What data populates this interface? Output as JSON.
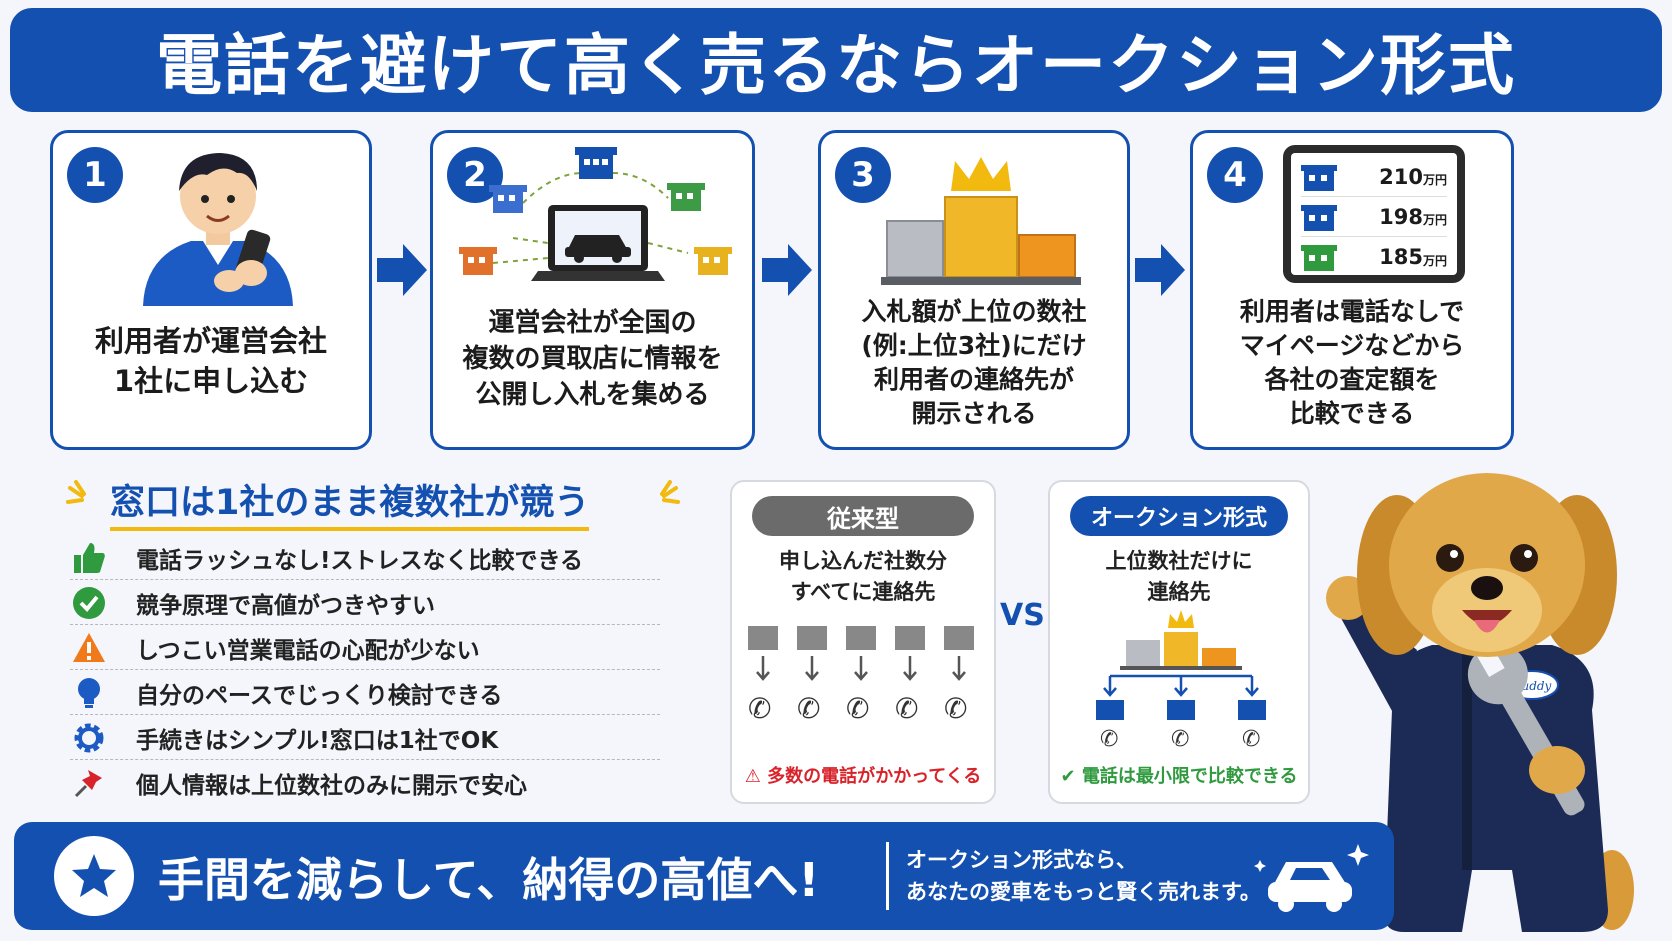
{
  "title": "電話を避けて高く売るならオークション形式",
  "steps": [
    {
      "num": "1",
      "lines": [
        "利用者が運営会社",
        "1社に申し込む"
      ]
    },
    {
      "num": "2",
      "lines": [
        "運営会社が全国の",
        "複数の買取店に情報を",
        "公開し入札を集める"
      ]
    },
    {
      "num": "3",
      "lines": [
        "入札額が上位の数社",
        "(例:上位3社)にだけ",
        "利用者の連絡先が",
        "開示される"
      ]
    },
    {
      "num": "4",
      "lines": [
        "利用者は電話なしで",
        "マイページなどから",
        "各社の査定額を",
        "比較できる"
      ]
    }
  ],
  "bids": [
    {
      "amount": "210",
      "unit": "万円"
    },
    {
      "amount": "198",
      "unit": "万円"
    },
    {
      "amount": "185",
      "unit": "万円"
    }
  ],
  "benefits": {
    "heading": "窓口は1社のまま複数社が競う",
    "items": [
      {
        "icon": "thumbs-up-icon",
        "text": "電話ラッシュなし!ストレスなく比較できる"
      },
      {
        "icon": "check-circle-icon",
        "text": "競争原理で高値がつきやすい"
      },
      {
        "icon": "warning-icon",
        "text": "しつこい営業電話の心配が少ない"
      },
      {
        "icon": "lightbulb-icon",
        "text": "自分のペースでじっくり検討できる"
      },
      {
        "icon": "gear-icon",
        "text": "手続きはシンプル!窓口は1社でOK"
      },
      {
        "icon": "pin-icon",
        "text": "個人情報は上位数社のみに開示で安心"
      }
    ]
  },
  "compare": {
    "traditional": {
      "label": "従来型",
      "lines": [
        "申し込んだ社数分",
        "すべてに連絡先"
      ],
      "note": "多数の電話がかかってくる"
    },
    "vs": "VS",
    "auction": {
      "label": "オークション形式",
      "lines": [
        "上位数社だけに",
        "連絡先"
      ],
      "note": "電話は最小限で比較できる"
    }
  },
  "footer": {
    "main": "手間を減らして、納得の高値へ!",
    "sub": [
      "オークション形式なら、",
      "あなたの愛車をもっと賢く売れます。"
    ]
  },
  "mascot": {
    "badge": "Buddy"
  },
  "colors": {
    "primary": "#1450b0",
    "gold": "#e8b21e",
    "orange": "#e98a1e",
    "green": "#2f9a3e",
    "red": "#d8232a",
    "gray": "#6b6b6b"
  }
}
